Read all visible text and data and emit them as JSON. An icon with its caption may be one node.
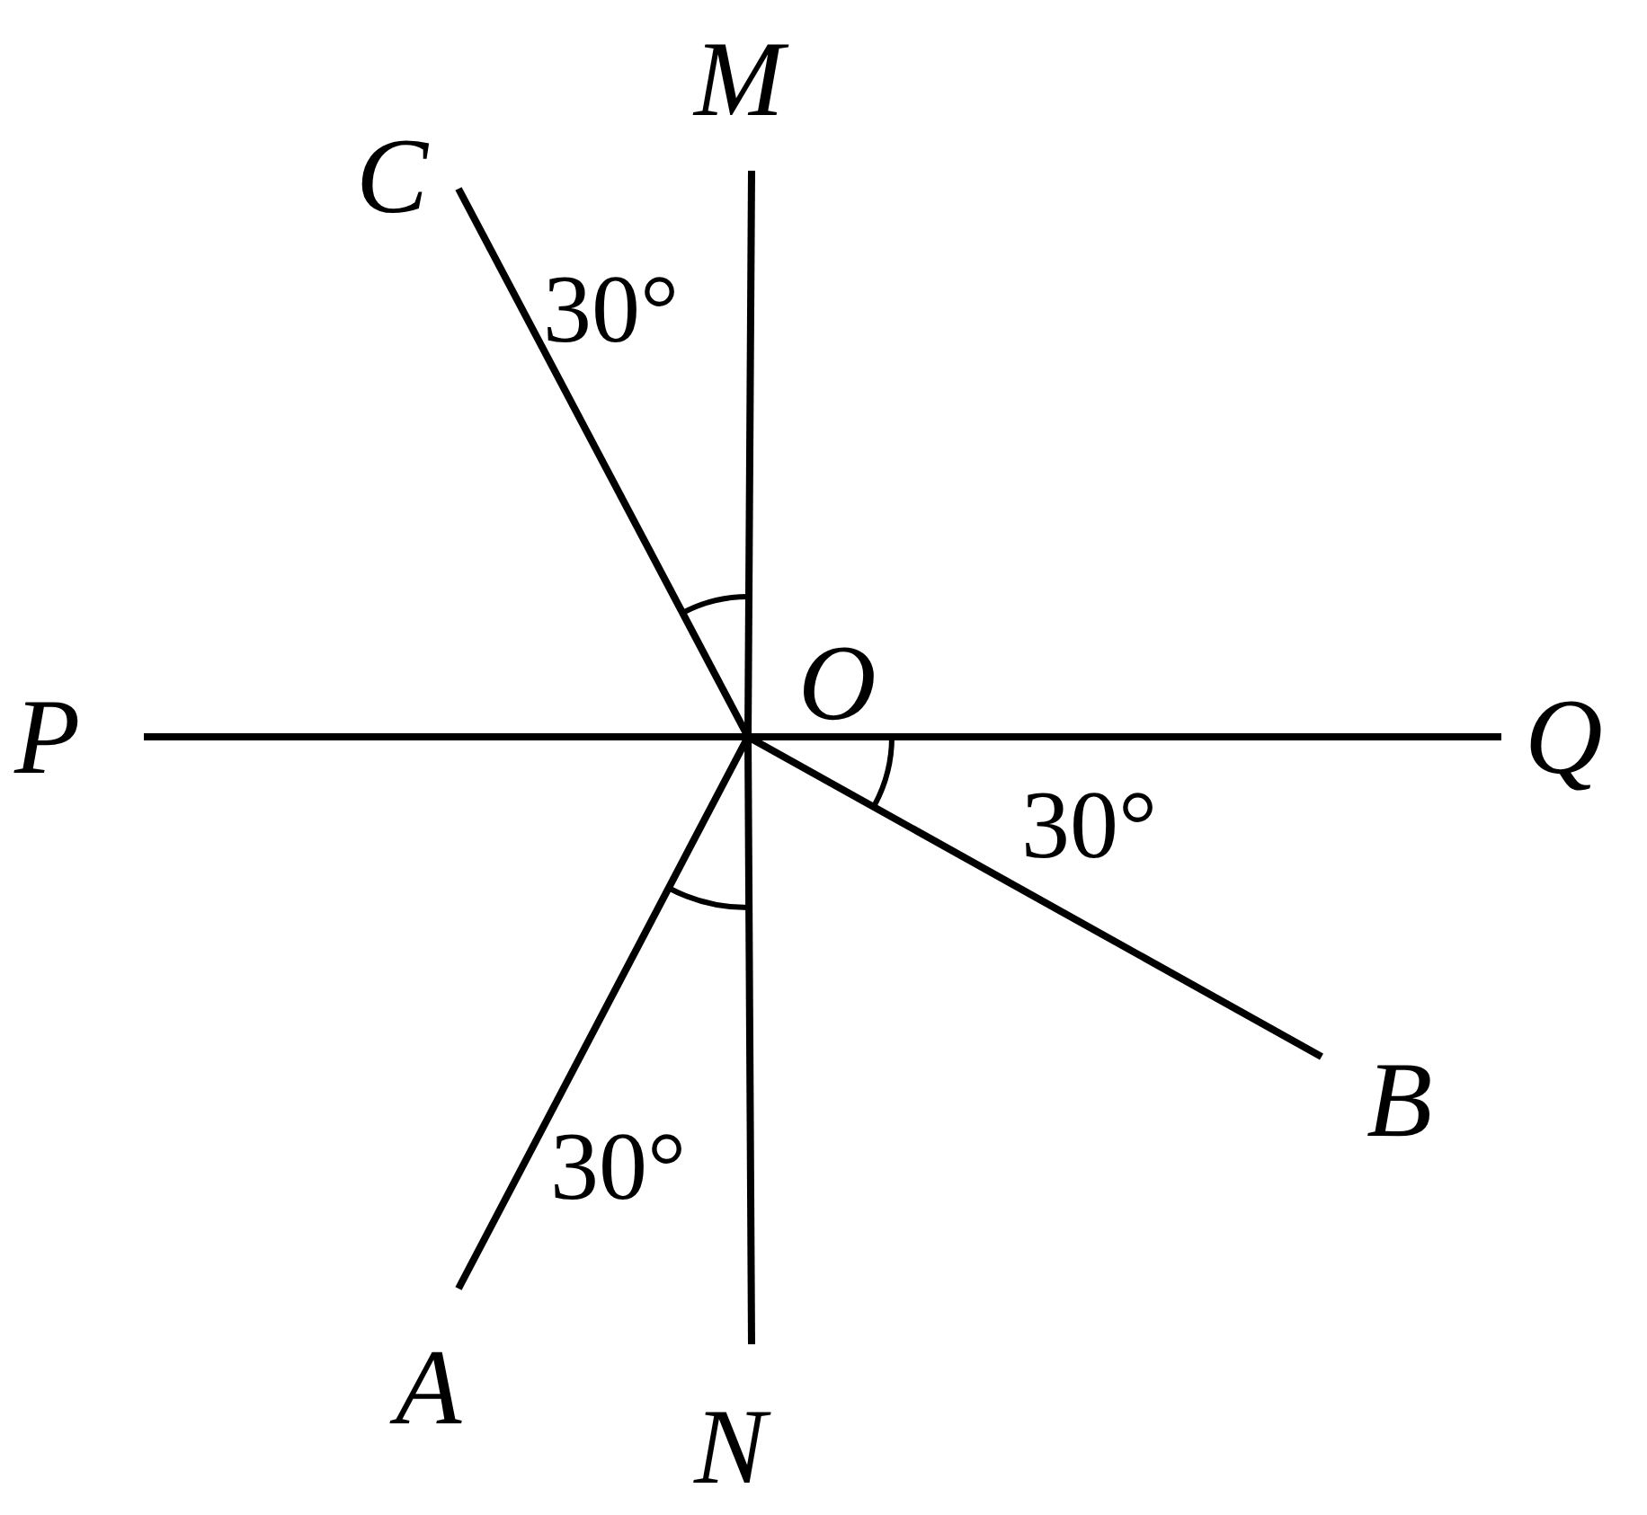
{
  "diagram": {
    "nodes": [
      {
        "text": [
          "O"
        ]
      },
      {
        "text": [
          "M"
        ]
      },
      {
        "text": [
          "C"
        ]
      },
      {
        "text": [
          "P"
        ]
      },
      {
        "text": [
          "Q"
        ]
      },
      {
        "text": [
          "B"
        ]
      },
      {
        "text": [
          "A"
        ]
      },
      {
        "text": [
          "N"
        ]
      }
    ],
    "edges": [
      {
        "from": 0,
        "to": 1,
        "arrow": "none"
      },
      {
        "from": 0,
        "to": 2,
        "arrow": "none"
      },
      {
        "from": 0,
        "to": 3,
        "arrow": "none"
      },
      {
        "from": 0,
        "to": 4,
        "arrow": "none"
      },
      {
        "from": 0,
        "to": 5,
        "arrow": "none"
      },
      {
        "from": 0,
        "to": 6,
        "arrow": "none"
      },
      {
        "from": 0,
        "to": 7,
        "arrow": "none"
      }
    ],
    "labels": [
      "30°",
      "30°",
      "30°"
    ]
  }
}
